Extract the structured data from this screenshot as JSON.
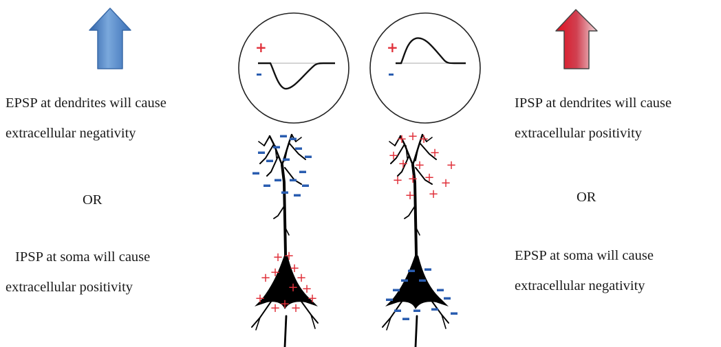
{
  "left": {
    "line1": "EPSP at dendrites will cause",
    "line2": "extracellular negativity",
    "or": "OR",
    "line3": "IPSP at soma will cause",
    "line4": "extracellular positivity",
    "arrow_color": "#4a7fc1"
  },
  "right": {
    "line1": "IPSP at dendrites will cause",
    "line2": "extracellular positivity",
    "or": "OR",
    "line3": "EPSP at soma will cause",
    "line4": "extracellular negativity",
    "arrow_color": "#d9283a"
  },
  "colors": {
    "plus": "#e0303a",
    "minus": "#2a5db0",
    "neuron": "#000000",
    "baseline": "#cccccc"
  },
  "signs": {
    "plus": "+",
    "minus": "-"
  }
}
